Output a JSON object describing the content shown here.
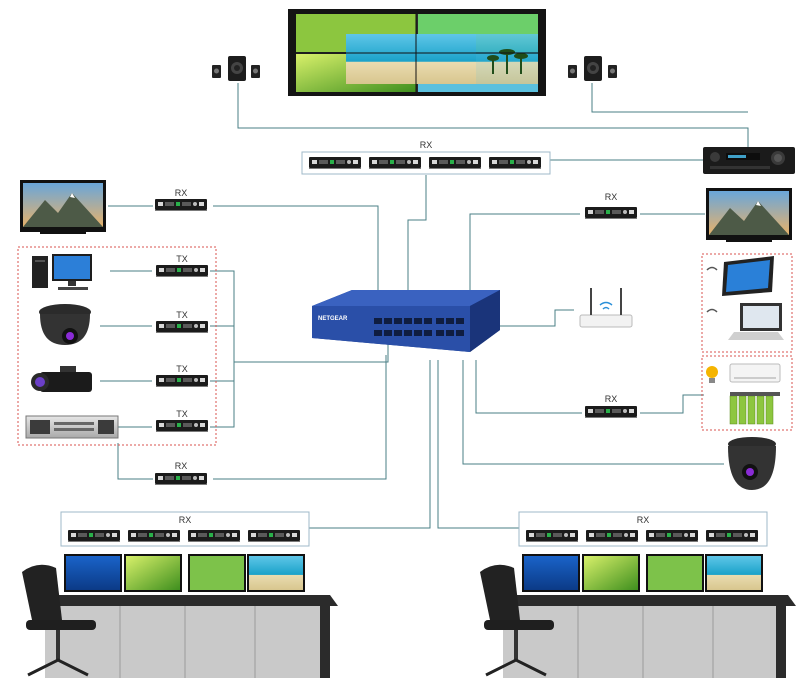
{
  "labels": {
    "rx": "RX",
    "tx": "TX",
    "switch_brand": "NETGEAR"
  },
  "colors": {
    "line": "#4a7f86",
    "switch_body": "#2a4fa8",
    "group_border": "#d9534f",
    "box_border": "#9fb8c8",
    "device": "#1b1b1b"
  }
}
